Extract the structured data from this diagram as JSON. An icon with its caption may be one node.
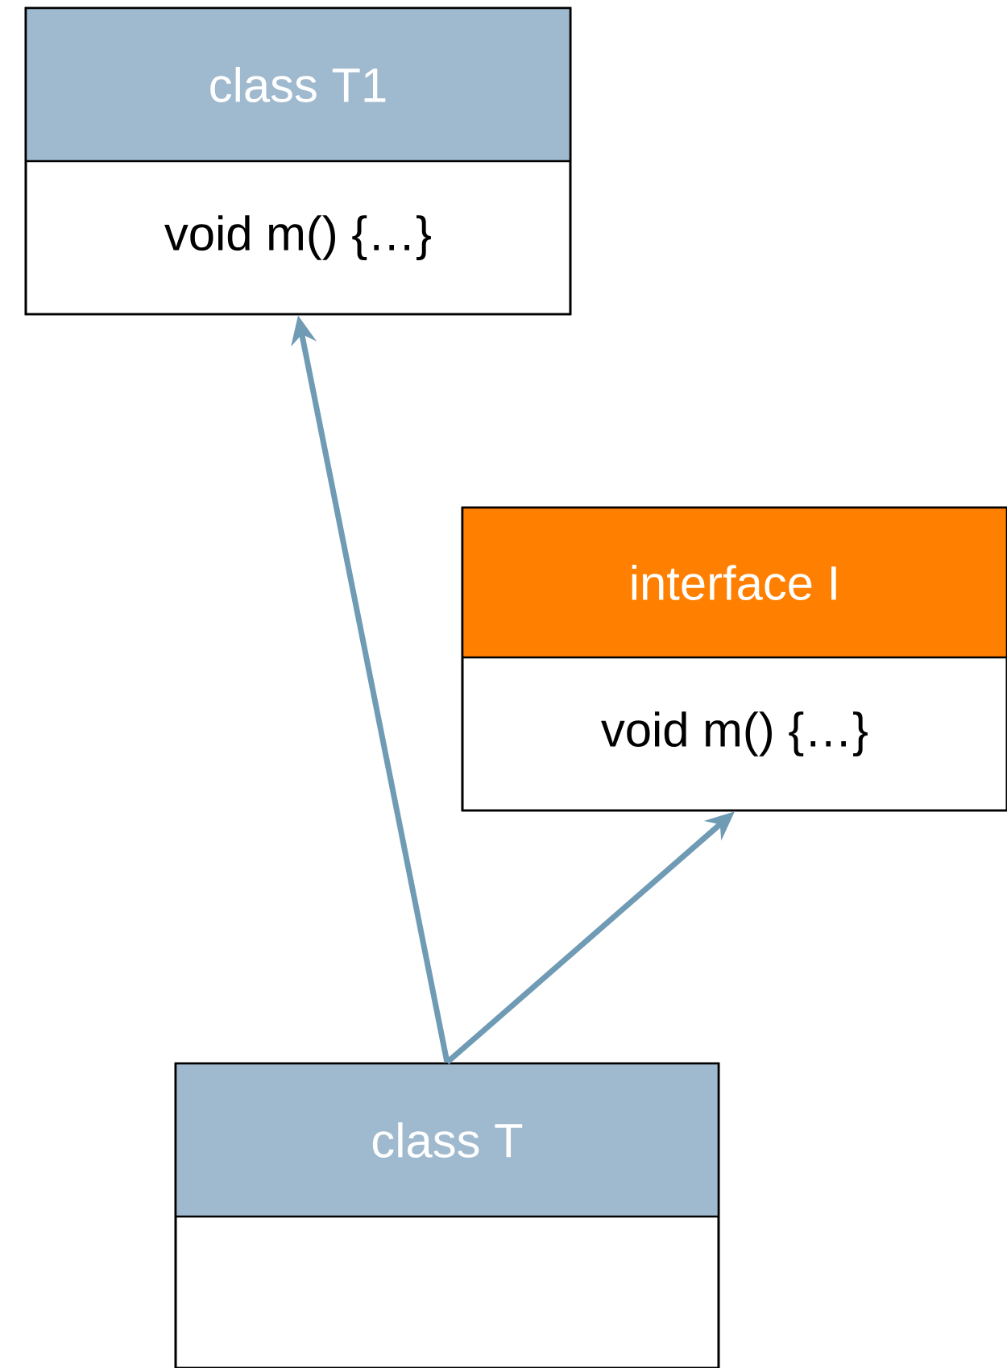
{
  "diagram": {
    "nodes": [
      {
        "text": [
          "class T1",
          "void m() {…}"
        ]
      },
      {
        "text": [
          "interface I",
          "void m() {…}"
        ]
      },
      {
        "text": [
          "class T"
        ]
      }
    ],
    "edges": [
      {
        "from": 2,
        "to": 0,
        "arrow": "to"
      },
      {
        "from": 2,
        "to": 1,
        "arrow": "to"
      }
    ]
  }
}
